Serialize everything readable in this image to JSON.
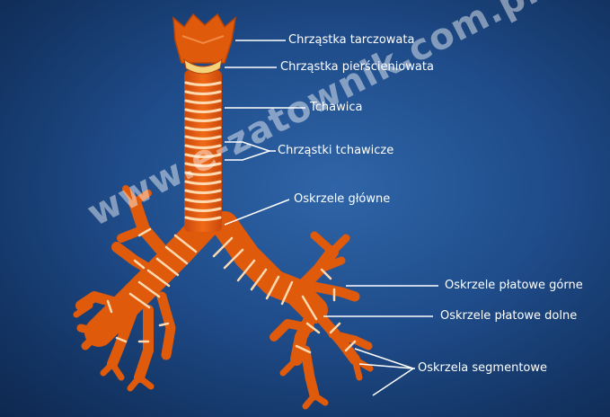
{
  "labels": {
    "thyroid": "Chrząstka tarczowata",
    "cricoid": "Chrząstka pierścieniowata",
    "trachea": "Tchawica",
    "tracheal_rings": "Chrząstki tchawicze",
    "main_bronchi": "Oskrzele główne",
    "upper_lobar": "Oskrzele płatowe górne",
    "lower_lobar": "Oskrzele płatowe dolne",
    "segmental": "Oskrzela segmentowe"
  },
  "watermark": "www.e-zatownik.com.pl",
  "colors": {
    "background": "#1f4c8a",
    "airway": "#e05a0c",
    "airway_dark": "#b8440a",
    "rings": "#ffd9b0",
    "cricoid": "#f3d27a",
    "leader": "#ffffff"
  }
}
